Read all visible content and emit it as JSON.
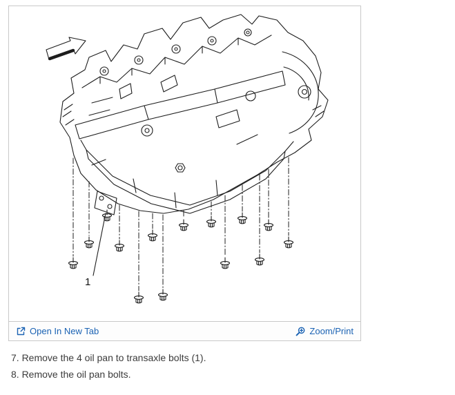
{
  "viewer": {
    "callout_label": "1",
    "toolbar": {
      "open_in_new_tab_label": "Open In New Tab",
      "zoom_print_label": "Zoom/Print"
    }
  },
  "instructions": [
    "7. Remove the 4 oil pan to transaxle bolts (1).",
    "8. Remove the oil pan bolts."
  ],
  "icons": [
    "direction-arrow-icon",
    "open-in-new-tab-icon",
    "zoom-magnifier-icon"
  ],
  "colors": {
    "link_blue": "#1a62b3",
    "border_gray": "#c8c8c8",
    "line_art": "#1d1d1d",
    "body_text": "#3b3b3b"
  }
}
